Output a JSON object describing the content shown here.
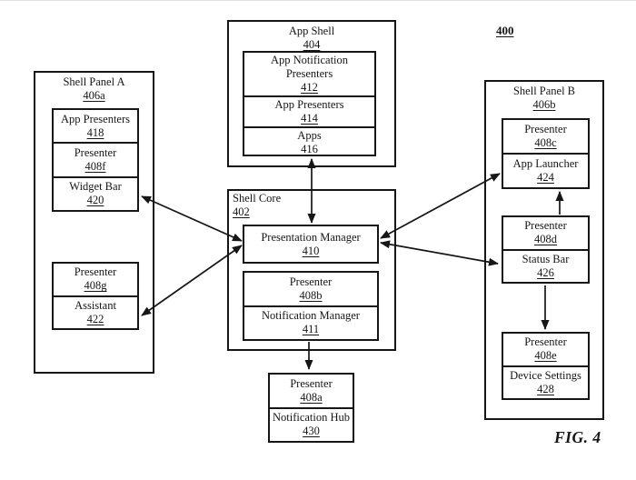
{
  "figure": {
    "number_label": "400",
    "caption": "FIG. 4"
  },
  "colors": {
    "line": "#161616",
    "background": "#ffffff"
  },
  "nodes": {
    "app_shell": {
      "title": "App Shell",
      "ref": "404",
      "children": [
        {
          "label": "App Notification Presenters",
          "ref": "412"
        },
        {
          "label": "App Presenters",
          "ref": "414"
        },
        {
          "label": "Apps",
          "ref": "416"
        }
      ]
    },
    "shell_panel_a": {
      "title": "Shell Panel A",
      "ref": "406a",
      "group1": [
        {
          "label": "App Presenters",
          "ref": "418"
        },
        {
          "label": "Presenter",
          "ref": "408f"
        },
        {
          "label": "Widget Bar",
          "ref": "420"
        }
      ],
      "group2": [
        {
          "label": "Presenter",
          "ref": "408g"
        },
        {
          "label": "Assistant",
          "ref": "422"
        }
      ]
    },
    "shell_core": {
      "title": "Shell Core",
      "ref": "402",
      "presentation_manager": {
        "label": "Presentation Manager",
        "ref": "410"
      },
      "group": [
        {
          "label": "Presenter",
          "ref": "408b"
        },
        {
          "label": "Notification Manager",
          "ref": "411"
        }
      ]
    },
    "shell_panel_b": {
      "title": "Shell Panel B",
      "ref": "406b",
      "group1": [
        {
          "label": "Presenter",
          "ref": "408c"
        },
        {
          "label": "App Launcher",
          "ref": "424"
        }
      ],
      "group2": [
        {
          "label": "Presenter",
          "ref": "408d"
        },
        {
          "label": "Status Bar",
          "ref": "426"
        }
      ],
      "group3": [
        {
          "label": "Presenter",
          "ref": "408e"
        },
        {
          "label": "Device Settings",
          "ref": "428"
        }
      ]
    },
    "notification_hub": {
      "group": [
        {
          "label": "Presenter",
          "ref": "408a"
        },
        {
          "label": "Notification Hub",
          "ref": "430"
        }
      ]
    }
  }
}
